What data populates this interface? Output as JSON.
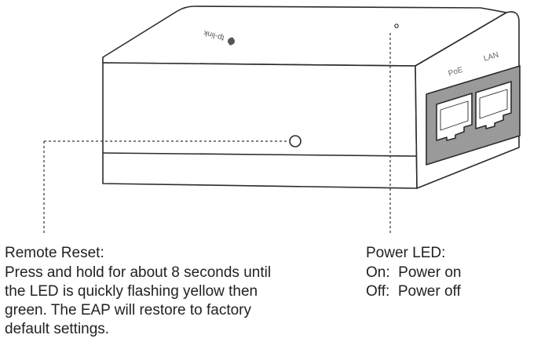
{
  "device": {
    "brand_logo_text": "tp-link",
    "port_labels": {
      "poe": "PoE",
      "lan": "LAN"
    },
    "colors": {
      "outline": "#2b2b2b",
      "fill": "#ffffff",
      "port_panel": "#9a9a9a"
    }
  },
  "callouts": {
    "remote_reset": {
      "title": "Remote Reset:",
      "lines": [
        "Press and hold for about 8 seconds until",
        "the LED is quickly flashing yellow then",
        "green. The EAP will restore to factory",
        "default settings."
      ]
    },
    "power_led": {
      "title": "Power LED:",
      "lines": [
        "On:  Power on",
        "Off:  Power off"
      ]
    }
  }
}
